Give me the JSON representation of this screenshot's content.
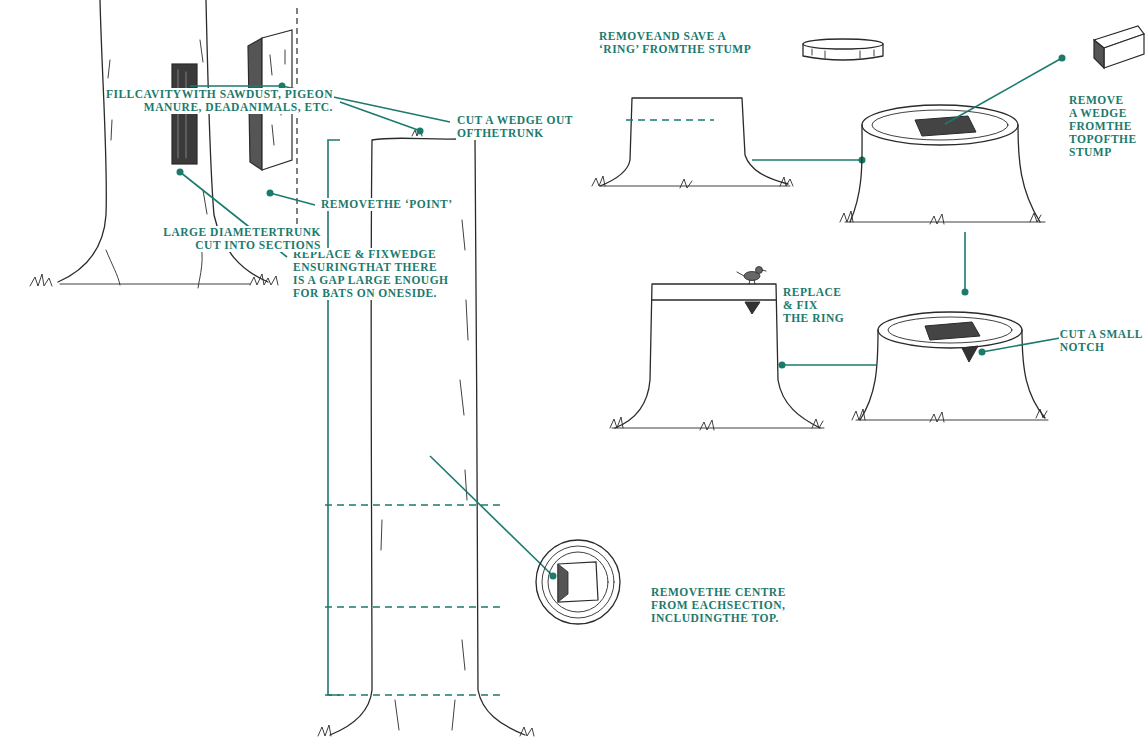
{
  "diagram": {
    "labels": [
      "CUT A WEDGE OUT OFTHETRUNK",
      "REMOVETHE ‘POINT’",
      "REPLACE & FIXWEDGE ENSURINGTHAT THERE IS A GAP LARGE ENOUGH FOR BATS ON ONESIDE.",
      "REMOVEAND SAVE A ‘RING’ FROMTHE STUMP",
      "REMOVE A WEDGE FROMTHE TOPOFTHE STUMP",
      "REPLACE & FIX THE RING",
      "CUT A SMALL NOTCH",
      "FILLCAVITYWITH SAWDUST, PIGEON MANURE, DEADANIMALS, ETC.",
      "LARGE DIAMETERTRUNK CUT INTO SECTIONS",
      "REMOVETHE CENTRE FROM EACHSECTION, INCLUDINGTHE TOP."
    ]
  }
}
